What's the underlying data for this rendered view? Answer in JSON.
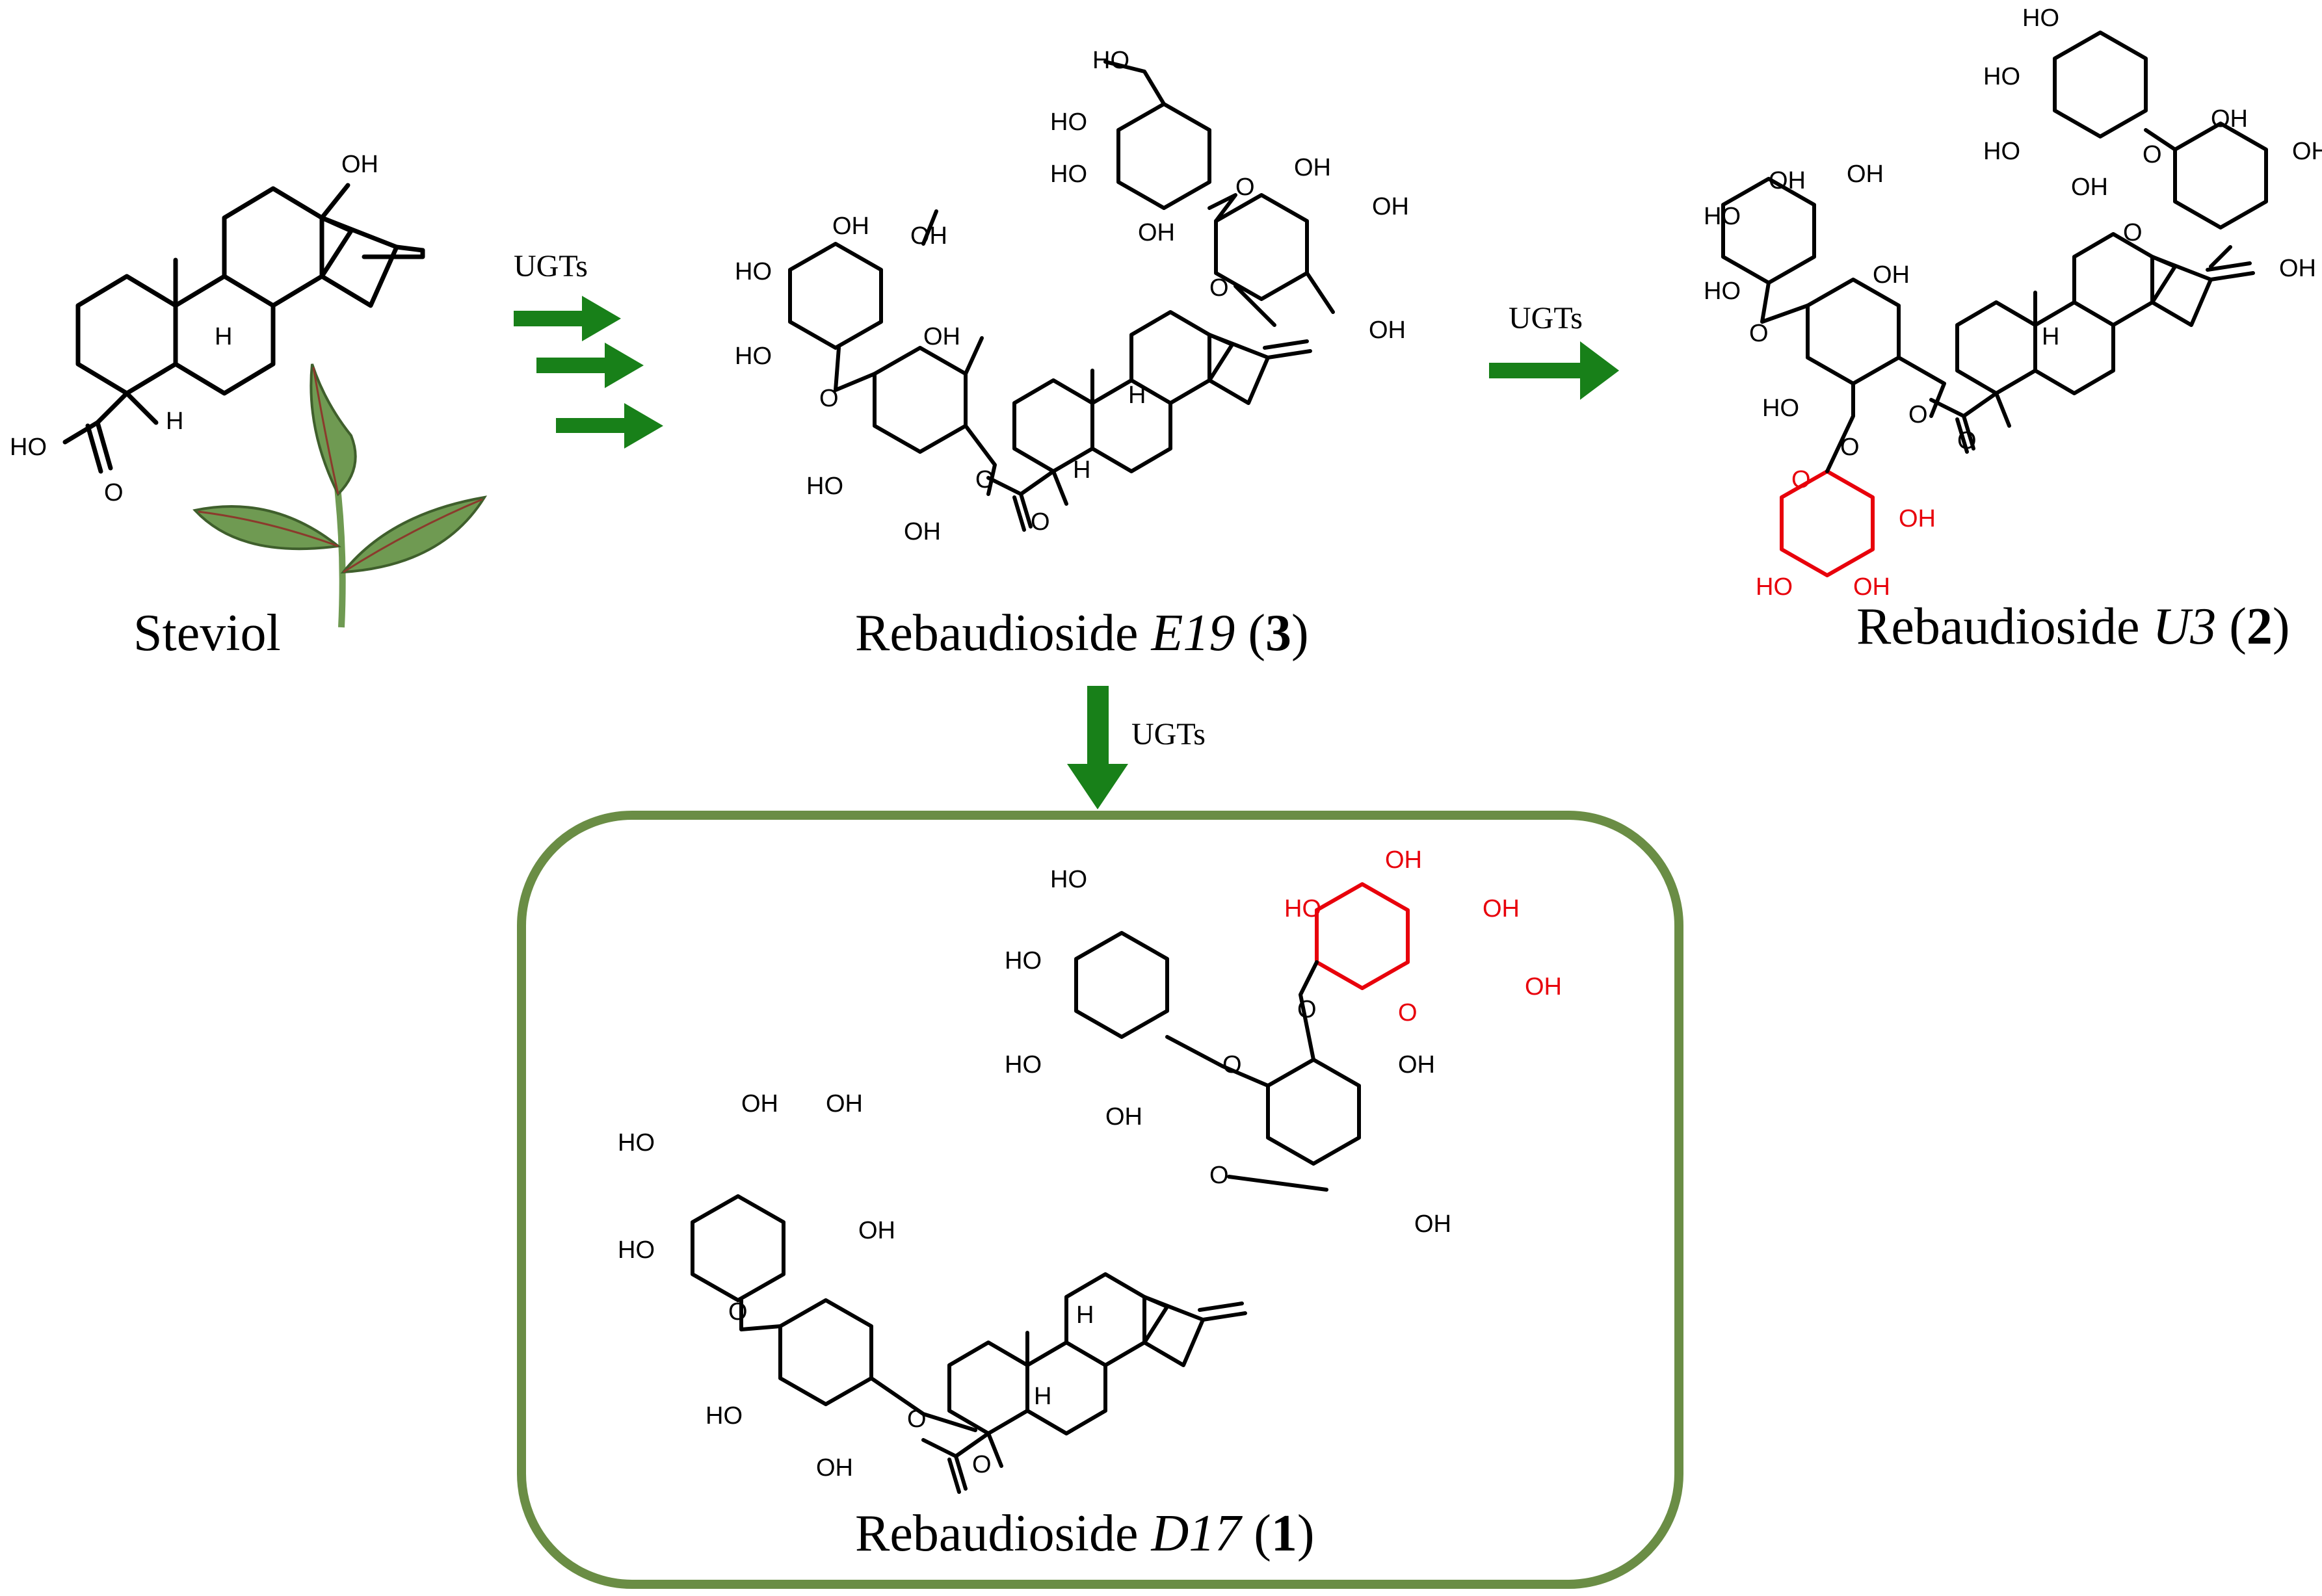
{
  "colors": {
    "arrow": "#188019",
    "box": "#6a8d45",
    "highlight": "#e8000b",
    "leaf_fill": "#6f9a52",
    "leaf_vein": "#8b3a2c"
  },
  "arrows": {
    "steviol_to_e19": "UGTs",
    "e19_to_u3": "UGTs",
    "e19_to_d17": "UGTs"
  },
  "compounds": {
    "steviol": {
      "label": "Steviol"
    },
    "e19": {
      "name": "Rebaudioside ",
      "code": "E19",
      "number": "3"
    },
    "u3": {
      "name": "Rebaudioside ",
      "code": "U3",
      "number": "2"
    },
    "d17": {
      "name": "Rebaudioside ",
      "code": "D17",
      "number": "1"
    }
  },
  "atoms": {
    "oh": "OH",
    "ho": "HO",
    "o": "O",
    "h": "H"
  }
}
